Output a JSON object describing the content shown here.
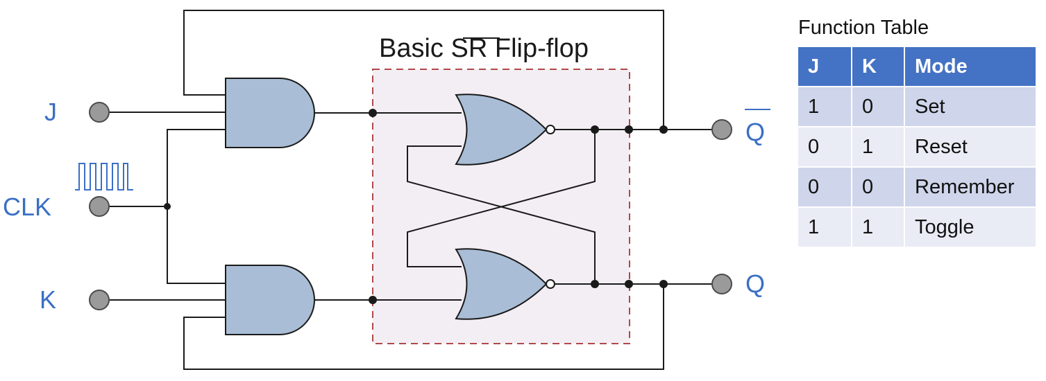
{
  "diagram": {
    "title_prefix": "Basic ",
    "title_s": "S",
    "title_r": "R",
    "title_suffix": " Flip-flop",
    "inputs": {
      "j": "J",
      "clk": "CLK",
      "k": "K"
    },
    "outputs": {
      "q_bar": "Q",
      "q": "Q"
    },
    "label_color": "#3a6fc4",
    "gate_fill": "#a9bdd6"
  },
  "function_table": {
    "caption": "Function Table",
    "headers": [
      "J",
      "K",
      "Mode"
    ],
    "rows": [
      [
        "1",
        "0",
        "Set"
      ],
      [
        "0",
        "1",
        "Reset"
      ],
      [
        "0",
        "0",
        "Remember"
      ],
      [
        "1",
        "1",
        "Toggle"
      ]
    ],
    "header_color": "#4472c4",
    "row_colors": [
      "#cfd5ea",
      "#e9ebf5"
    ]
  }
}
